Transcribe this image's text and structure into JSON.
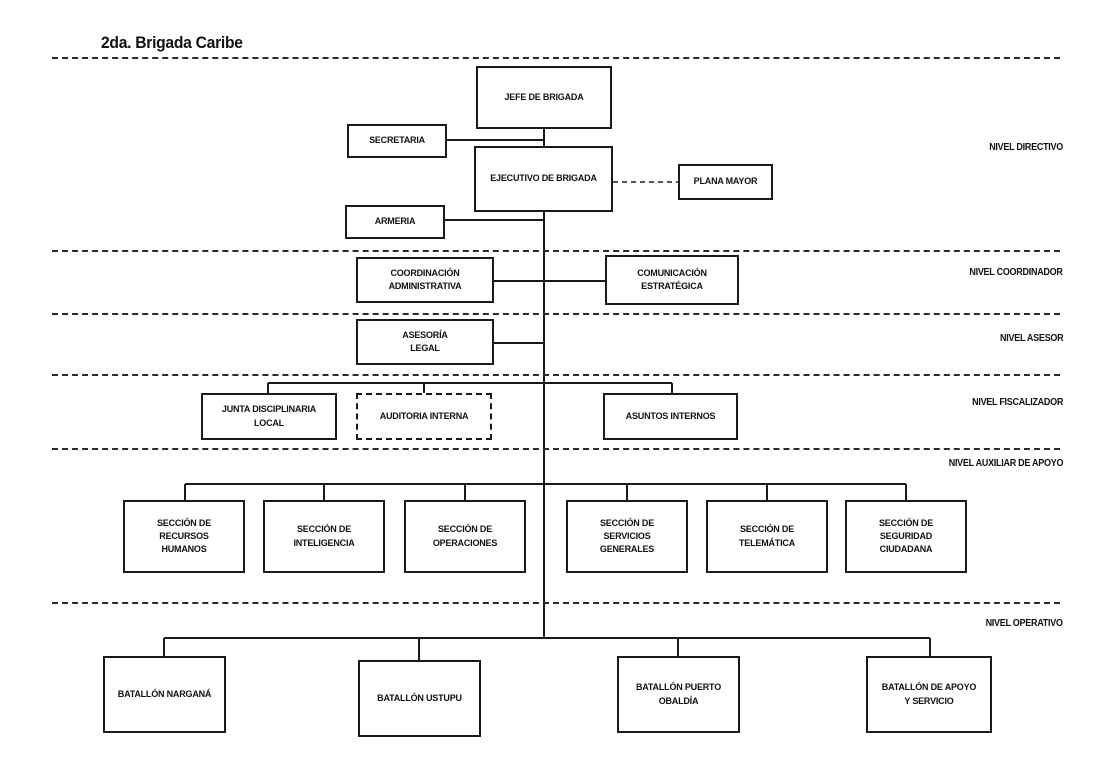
{
  "title": "2da. Brigada Caribe",
  "levels": {
    "directivo": "NIVEL DIRECTIVO",
    "coordinador": "NIVEL COORDINADOR",
    "asesor": "NIVEL ASESOR",
    "fiscalizador": "NIVEL FISCALIZADOR",
    "auxiliar": "NIVEL AUXILIAR DE APOYO",
    "operativo": "NIVEL OPERATIVO"
  },
  "units": {
    "jefe": "JEFE DE BRIGADA",
    "secretaria": "SECRETARIA",
    "ejecutivo": "EJECUTIVO DE BRIGADA",
    "plana_mayor": "PLANA MAYOR",
    "armeria": "ARMERIA",
    "coordinacion": "COORDINACIÓN\nADMINISTRATIVA",
    "comunicacion": "COMUNICACIÓN\nESTRATÉGICA",
    "asesoria": "ASESORÍA\nLEGAL",
    "junta": "JUNTA DISCIPLINARIA\nLOCAL",
    "auditoria": "AUDITORIA INTERNA",
    "asuntos": "ASUNTOS INTERNOS",
    "recursos": "SECCIÓN DE\nRECURSOS\nHUMANOS",
    "inteligencia": "SECCIÓN DE\nINTELIGENCIA",
    "operaciones": "SECCIÓN DE\nOPERACIONES",
    "servicios": "SECCIÓN DE\nSERVICIOS\nGENERALES",
    "telematica": "SECCIÓN DE\nTELEMÁTICA",
    "seguridad": "SECCIÓN DE\nSEGURIDAD\nCIUDADANA",
    "narganá": "BATALLÓN NARGANÁ",
    "ustupu": "BATALLÓN USTUPU",
    "obaldia": "BATALLÓN PUERTO\nOBALDÍA",
    "apoyo": "BATALLÓN DE APOYO\nY SERVICIO"
  }
}
